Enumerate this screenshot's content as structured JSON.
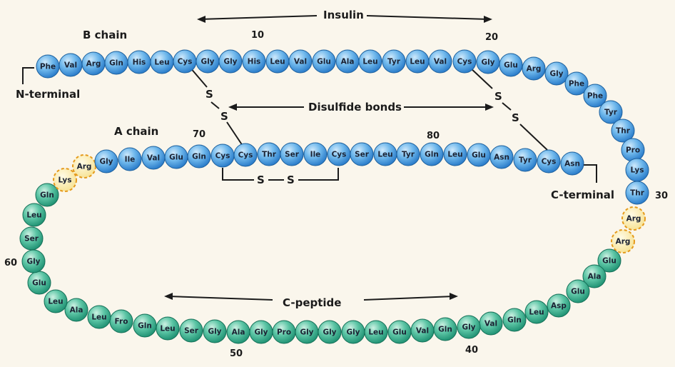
{
  "colors": {
    "b_chain": "#3f9be0",
    "a_chain": "#3f9be0",
    "c_peptide": "#2aa88a",
    "cleavage": "#f5d97a",
    "cleavage_border": "#e59a1c"
  },
  "labels": {
    "insulin": "Insulin",
    "b_chain": "B chain",
    "a_chain": "A chain",
    "n_terminal": "N-terminal",
    "c_terminal": "C-terminal",
    "disulfide_bonds": "Disulfide bonds",
    "c_peptide": "C-peptide"
  },
  "numbers": {
    "n10": "10",
    "n20": "20",
    "n30": "30",
    "n40": "40",
    "n50": "50",
    "n60": "60",
    "n70": "70",
    "n80": "80"
  },
  "sulfur": {
    "s1": "S",
    "s2": "S",
    "s3": "S",
    "s4": "S",
    "s5": "S",
    "s6": "S"
  },
  "b_chain": [
    "Phe",
    "Val",
    "Arg",
    "Gln",
    "His",
    "Leu",
    "Cys",
    "Gly",
    "Gly",
    "His",
    "Leu",
    "Val",
    "Glu",
    "Ala",
    "Leu",
    "Tyr",
    "Leu",
    "Val",
    "Cys",
    "Gly",
    "Glu",
    "Arg",
    "Gly",
    "Phe",
    "Phe",
    "Tyr",
    "Thr",
    "Pro",
    "Lys",
    "Thr"
  ],
  "cleavage_right": [
    "Arg",
    "Arg"
  ],
  "c_peptide": [
    "Glu",
    "Ala",
    "Glu",
    "Asp",
    "Leu",
    "Gln",
    "Val",
    "Gly",
    "Gln",
    "Val",
    "Glu",
    "Leu",
    "Gly",
    "Gly",
    "Gly",
    "Pro",
    "Gly",
    "Ala",
    "Gly",
    "Ser",
    "Leu",
    "Gln",
    "Fro",
    "Leu",
    "Ala",
    "Leu",
    "Glu",
    "Gly",
    "Ser",
    "Leu",
    "Gln"
  ],
  "cleavage_left": [
    "Lys",
    "Arg"
  ],
  "a_chain": [
    "Gly",
    "Ile",
    "Val",
    "Glu",
    "Gln",
    "Cys",
    "Cys",
    "Thr",
    "Ser",
    "Ile",
    "Cys",
    "Ser",
    "Leu",
    "Tyr",
    "Gln",
    "Leu",
    "Glu",
    "Asn",
    "Tyr",
    "Cys",
    "Asn"
  ]
}
